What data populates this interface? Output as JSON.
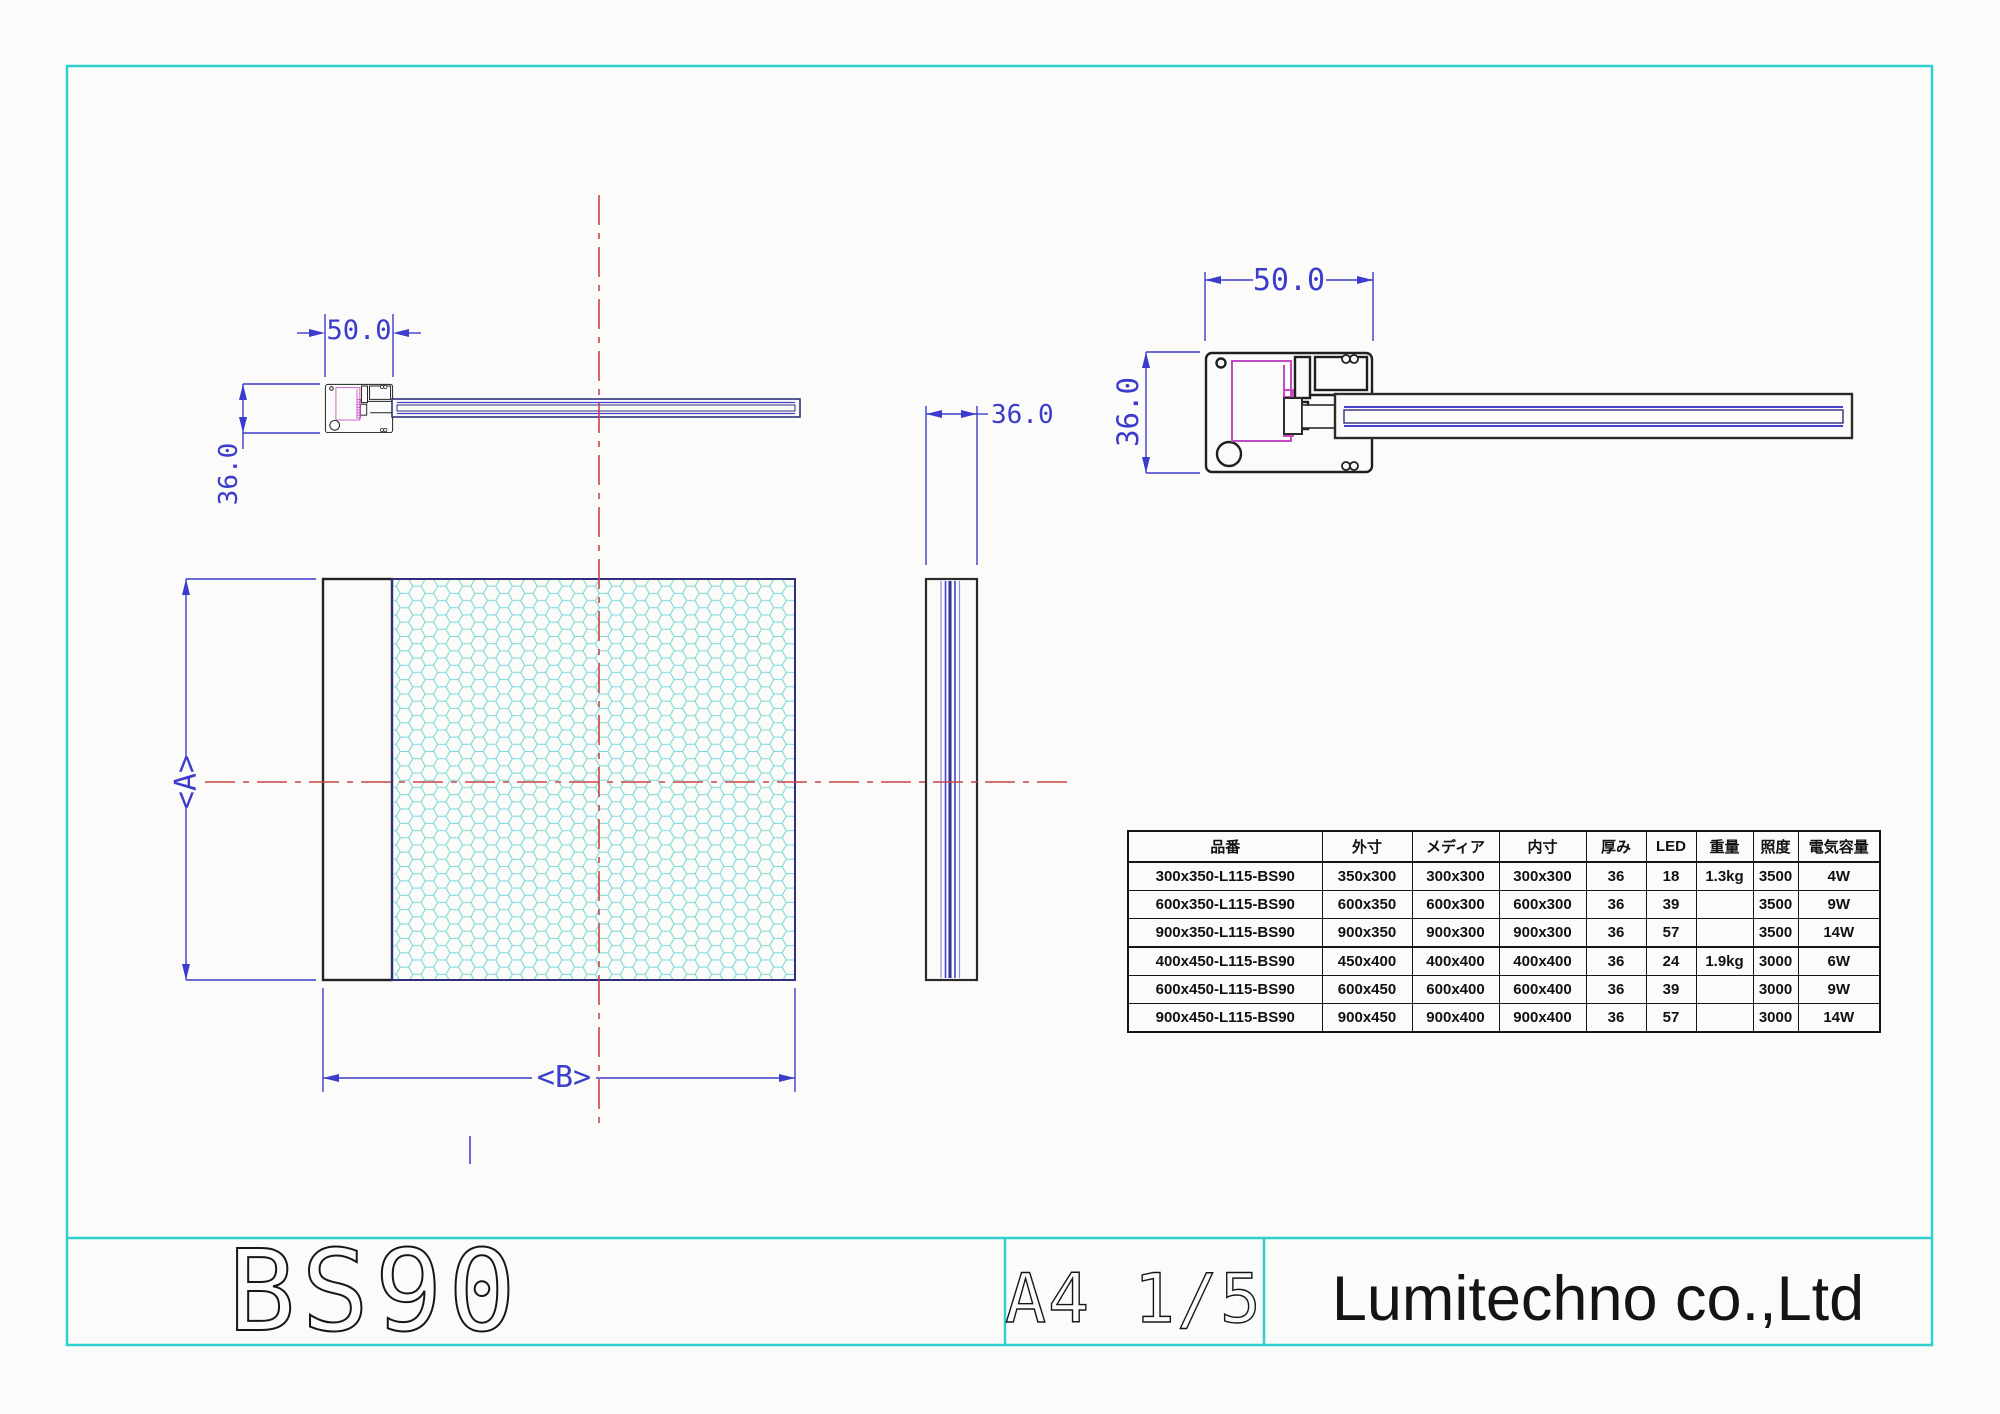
{
  "title_block": {
    "model": "BS90",
    "sheet": "A4 1/5",
    "company": "Lumitechno co.,Ltd"
  },
  "dims": {
    "sec_small_width": "50.0",
    "sec_small_height": "36.0",
    "sec_large_width": "50.0",
    "sec_large_height": "36.0",
    "side_thickness": "36.0",
    "front_height": "<A>",
    "front_width": "<B>"
  },
  "spec_table": {
    "headers": [
      "品番",
      "外寸",
      "メディア",
      "内寸",
      "厚み",
      "LED",
      "重量",
      "照度",
      "電気容量"
    ],
    "rows": [
      [
        "300x350-L115-BS90",
        "350x300",
        "300x300",
        "300x300",
        "36",
        "18",
        "1.3kg",
        "3500",
        "4W"
      ],
      [
        "600x350-L115-BS90",
        "600x350",
        "600x300",
        "600x300",
        "36",
        "39",
        "",
        "3500",
        "9W"
      ],
      [
        "900x350-L115-BS90",
        "900x350",
        "900x300",
        "900x300",
        "36",
        "57",
        "",
        "3500",
        "14W"
      ],
      [
        "400x450-L115-BS90",
        "450x400",
        "400x400",
        "400x400",
        "36",
        "24",
        "1.9kg",
        "3000",
        "6W"
      ],
      [
        "600x450-L115-BS90",
        "600x450",
        "600x400",
        "600x400",
        "36",
        "39",
        "",
        "3000",
        "9W"
      ],
      [
        "900x450-L115-BS90",
        "900x450",
        "900x400",
        "900x400",
        "36",
        "57",
        "",
        "3000",
        "14W"
      ]
    ]
  },
  "colors": {
    "sheet_border": "#2fd0d0",
    "hex_pattern": "#7bd8d8",
    "dimension_blue": "#3c3ccc",
    "centerline_red": "#c94444",
    "led_bracket_magenta": "#c24ac2",
    "profile_outline": "#1f1f1f",
    "panel_blue": "#4343cf"
  }
}
